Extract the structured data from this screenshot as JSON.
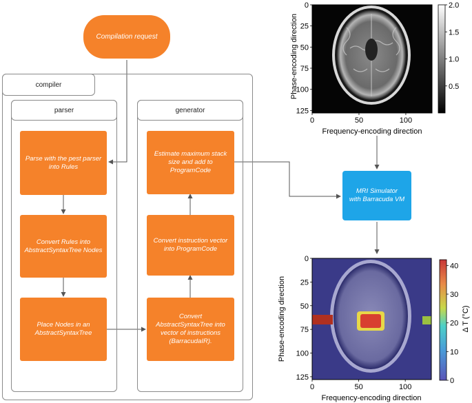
{
  "compilation_request": "Compilation request",
  "compiler": {
    "label": "compiler",
    "parser": {
      "label": "parser",
      "steps": [
        "Parse with the pest parser into Rules",
        "Convert Rules into AbstractSyntaxTree Nodes",
        "Place Nodes in an AbstractSyntaxTree"
      ]
    },
    "generator": {
      "label": "generator",
      "steps": [
        "Estimate maximum stack size and add to ProgramCode",
        "Convert instruction vector into ProgramCode",
        "Convert AbstractSyntaxTree into vector of instructions (BarracudaIR)."
      ]
    }
  },
  "simulator": {
    "line1": "MRI Simulator",
    "line2": "with Barracuda VM"
  },
  "top_image": {
    "ylabel": "Phase-encoding direction",
    "xlabel": "Frequency-encoding direction",
    "x_ticks": [
      "0",
      "50",
      "100"
    ],
    "y_ticks": [
      "0",
      "25",
      "50",
      "75",
      "100",
      "125"
    ],
    "colorbar_ticks": [
      "2.0",
      "1.5",
      "1.0",
      "0.5"
    ],
    "colormap": "gray"
  },
  "bottom_image": {
    "ylabel": "Phase-encoding direction",
    "xlabel": "Frequency-encoding direction",
    "x_ticks": [
      "0",
      "50",
      "100"
    ],
    "y_ticks": [
      "0",
      "25",
      "50",
      "75",
      "100",
      "125"
    ],
    "colorbar_ticks": [
      "40",
      "30",
      "20",
      "10",
      "0"
    ],
    "colorbar_label": "Δ T (°C)",
    "colormap": "jet"
  },
  "colors": {
    "orange": "#f5822a",
    "blue": "#1ea5e8",
    "line": "#555555"
  }
}
